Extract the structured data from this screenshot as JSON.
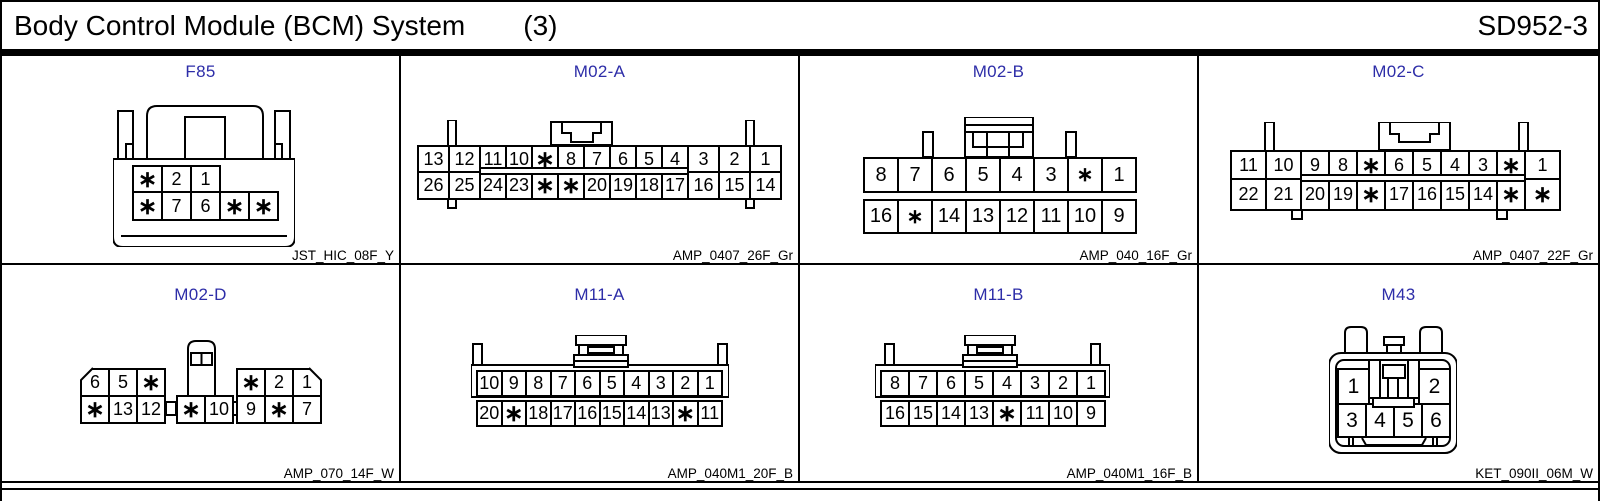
{
  "header": {
    "title": "Body Control Module (BCM) System",
    "sheet_index": "(3)",
    "page_code": "SD952-3"
  },
  "theme": {
    "connector_name_blue": "#2d2da8",
    "line_black": "#000000",
    "background": "#ffffff"
  },
  "connectors": [
    {
      "name": "F85",
      "part": "JST_HIC_08F_Y",
      "rows": [
        [
          "*",
          "2",
          "1"
        ],
        [
          "*",
          "7",
          "6",
          "*",
          "*"
        ]
      ]
    },
    {
      "name": "M02-A",
      "part": "AMP_0407_26F_Gr",
      "rows": [
        [
          "13",
          "12",
          "11",
          "10",
          "*",
          "8",
          "7",
          "6",
          "5",
          "4",
          "3",
          "2",
          "1"
        ],
        [
          "26",
          "25",
          "24",
          "23",
          "*",
          "*",
          "20",
          "19",
          "18",
          "17",
          "16",
          "15",
          "14"
        ]
      ]
    },
    {
      "name": "M02-B",
      "part": "AMP_040_16F_Gr",
      "rows": [
        [
          "8",
          "7",
          "6",
          "5",
          "4",
          "3",
          "*",
          "1"
        ],
        [
          "16",
          "*",
          "14",
          "13",
          "12",
          "11",
          "10",
          "9"
        ]
      ]
    },
    {
      "name": "M02-C",
      "part": "AMP_0407_22F_Gr",
      "rows": [
        [
          "11",
          "10",
          "9",
          "8",
          "*",
          "6",
          "5",
          "4",
          "3",
          "*",
          "1"
        ],
        [
          "22",
          "21",
          "20",
          "19",
          "*",
          "17",
          "16",
          "15",
          "14",
          "*",
          "*"
        ]
      ]
    },
    {
      "name": "M02-D",
      "part": "AMP_070_14F_W",
      "rows": [
        [
          "6",
          "5",
          "*"
        ],
        [
          "*",
          "13",
          "12"
        ],
        [
          "*",
          "2",
          "1"
        ],
        [
          "9",
          "*",
          "7"
        ],
        [
          "*",
          "10"
        ]
      ]
    },
    {
      "name": "M11-A",
      "part": "AMP_040M1_20F_B",
      "rows": [
        [
          "10",
          "9",
          "8",
          "7",
          "6",
          "5",
          "4",
          "3",
          "2",
          "1"
        ],
        [
          "20",
          "*",
          "18",
          "17",
          "16",
          "15",
          "14",
          "13",
          "*",
          "11"
        ]
      ]
    },
    {
      "name": "M11-B",
      "part": "AMP_040M1_16F_B",
      "rows": [
        [
          "8",
          "7",
          "6",
          "5",
          "4",
          "3",
          "2",
          "1"
        ],
        [
          "16",
          "15",
          "14",
          "13",
          "*",
          "11",
          "10",
          "9"
        ]
      ]
    },
    {
      "name": "M43",
      "part": "KET_090II_06M_W",
      "rows": [
        [
          "1"
        ],
        [
          "2"
        ],
        [
          "3",
          "4",
          "5",
          "6"
        ]
      ]
    }
  ]
}
